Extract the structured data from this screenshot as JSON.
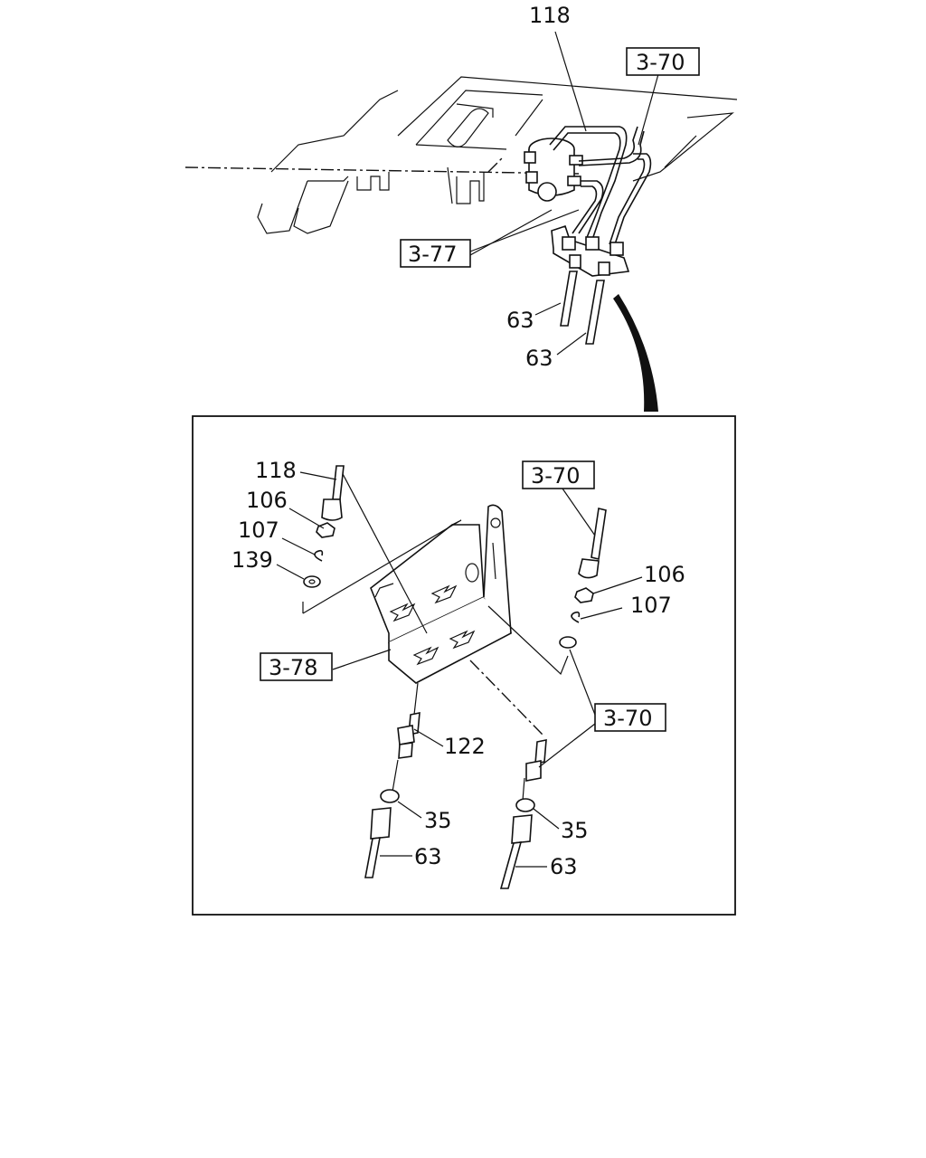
{
  "upper_view": {
    "callout_118": "118",
    "ref_3_70": "3-70",
    "ref_3_77": "3-77",
    "callout_63_a": "63",
    "callout_63_b": "63"
  },
  "detail_view": {
    "callout_118": "118",
    "callout_106_left": "106",
    "callout_107_left": "107",
    "callout_139": "139",
    "ref_3_70_top": "3-70",
    "callout_106_right": "106",
    "callout_107_right": "107",
    "ref_3_78": "3-78",
    "callout_122": "122",
    "ref_3_70_bottom": "3-70",
    "callout_35_left": "35",
    "callout_35_right": "35",
    "callout_63_left": "63",
    "callout_63_right": "63"
  }
}
